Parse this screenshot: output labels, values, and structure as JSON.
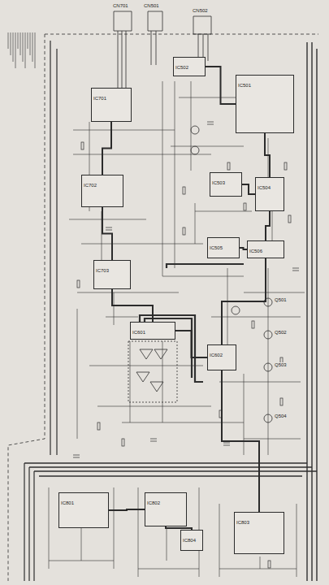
{
  "diagram": {
    "nodes": [
      {
        "text": [
          "IC701"
        ]
      },
      {
        "text": [
          "IC702"
        ]
      },
      {
        "text": [
          "IC703"
        ]
      },
      {
        "text": [
          "IC501"
        ]
      },
      {
        "text": [
          "IC502"
        ]
      },
      {
        "text": [
          "IC503"
        ]
      },
      {
        "text": [
          "IC504"
        ]
      },
      {
        "text": [
          "IC505"
        ]
      },
      {
        "text": [
          "IC506"
        ]
      },
      {
        "text": [
          "IC601"
        ]
      },
      {
        "text": [
          "IC602"
        ]
      },
      {
        "text": [
          "IC801"
        ]
      },
      {
        "text": [
          "IC802"
        ]
      },
      {
        "text": [
          "IC803"
        ]
      },
      {
        "text": [
          "IC804"
        ]
      }
    ],
    "edges": [
      {
        "from": 0,
        "to": 1,
        "arrow": "none"
      },
      {
        "from": 1,
        "to": 2,
        "arrow": "none"
      },
      {
        "from": 4,
        "to": 3,
        "arrow": "none"
      },
      {
        "from": 3,
        "to": 6,
        "arrow": "none"
      },
      {
        "from": 5,
        "to": 6,
        "arrow": "none"
      },
      {
        "from": 6,
        "to": 8,
        "arrow": "none"
      },
      {
        "from": 7,
        "to": 8,
        "arrow": "none"
      },
      {
        "from": 8,
        "to": 10,
        "arrow": "none"
      },
      {
        "from": 9,
        "to": 10,
        "arrow": "none"
      },
      {
        "from": 2,
        "to": 9,
        "arrow": "none"
      },
      {
        "from": 10,
        "to": 13,
        "arrow": "none"
      },
      {
        "from": 11,
        "to": 12,
        "arrow": "none"
      },
      {
        "from": 12,
        "to": 14,
        "arrow": "none"
      }
    ],
    "labels": [
      "CN701",
      "CN501",
      "CN502",
      "Q501",
      "Q502",
      "Q503",
      "Q504"
    ]
  }
}
